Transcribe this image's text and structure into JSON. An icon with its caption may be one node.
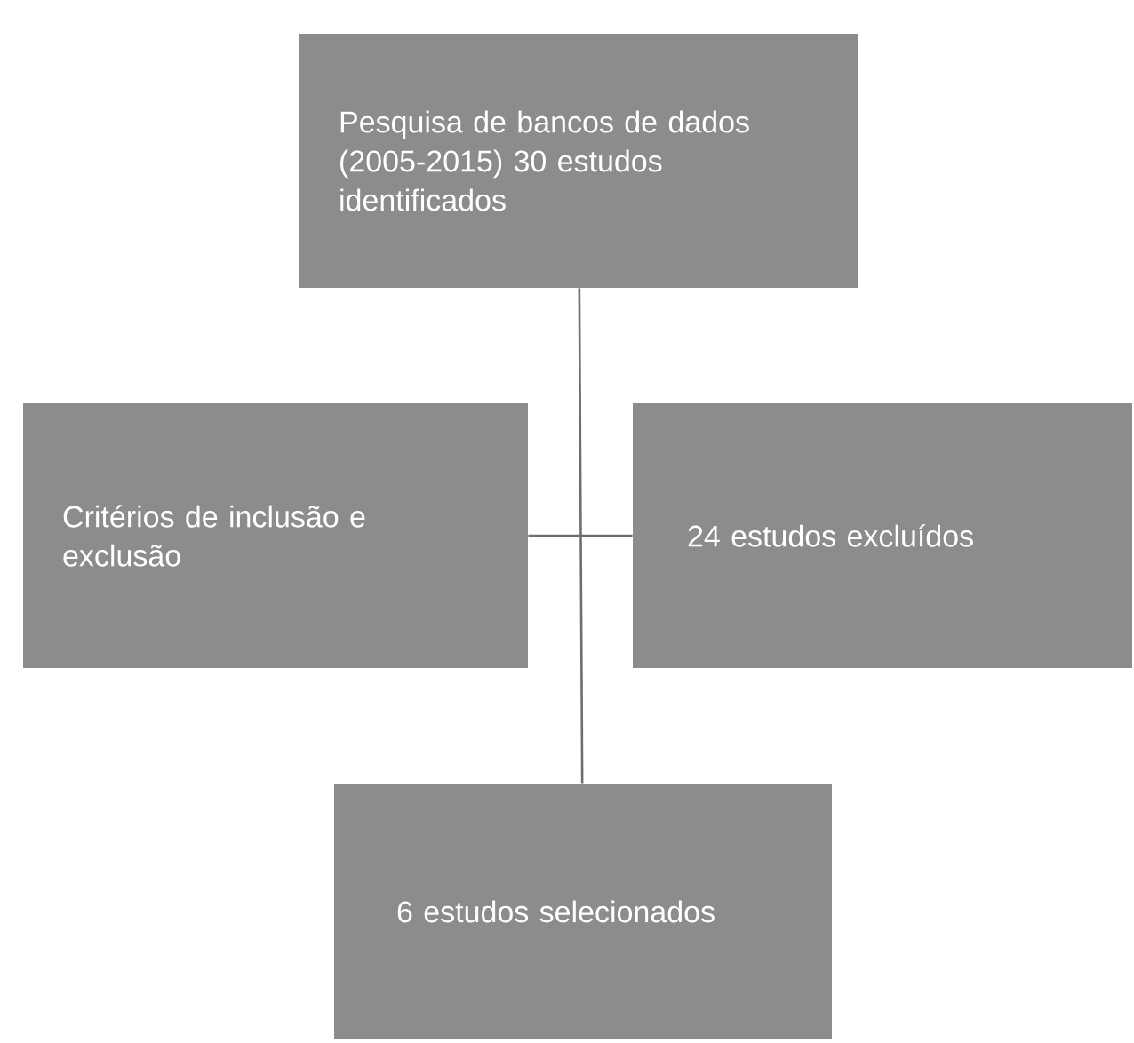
{
  "diagram": {
    "nodes": [
      {
        "text": [
          "Pesquisa de bancos de dados (2005-2015) 30 estudos identificados"
        ]
      },
      {
        "text": [
          "Critérios de inclusão e exclusão"
        ]
      },
      {
        "text": [
          "24 estudos excluídos"
        ]
      },
      {
        "text": [
          "6 estudos selecionados"
        ]
      }
    ],
    "edges": [
      {
        "from": 0,
        "to": 3,
        "arrow": "none"
      },
      {
        "from": 1,
        "to": 2,
        "arrow": "none"
      }
    ]
  }
}
